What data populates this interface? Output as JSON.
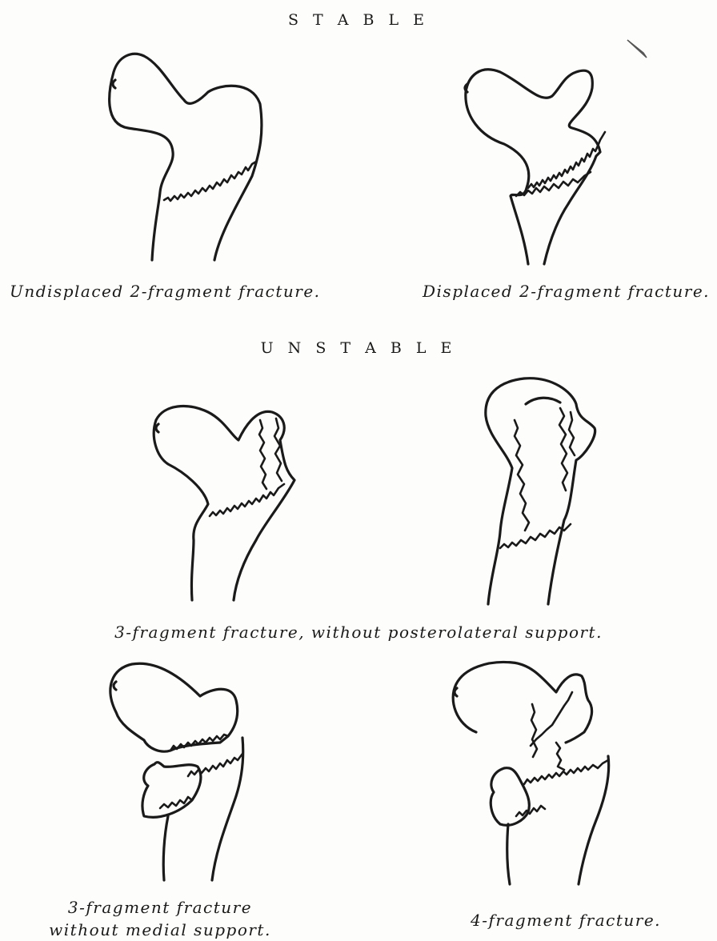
{
  "headings": {
    "stable": "S T A B L E",
    "unstable": "U N S T A B L E"
  },
  "captions": {
    "undisplaced": "Undisplaced 2-fragment fracture.",
    "displaced": "Displaced 2-fragment fracture.",
    "three_fragment_posterolateral": "3-fragment fracture, without posterolateral support.",
    "three_fragment_medial_line1": "3-fragment fracture",
    "three_fragment_medial_line2": "without medial support.",
    "four_fragment": "4-fragment fracture."
  }
}
